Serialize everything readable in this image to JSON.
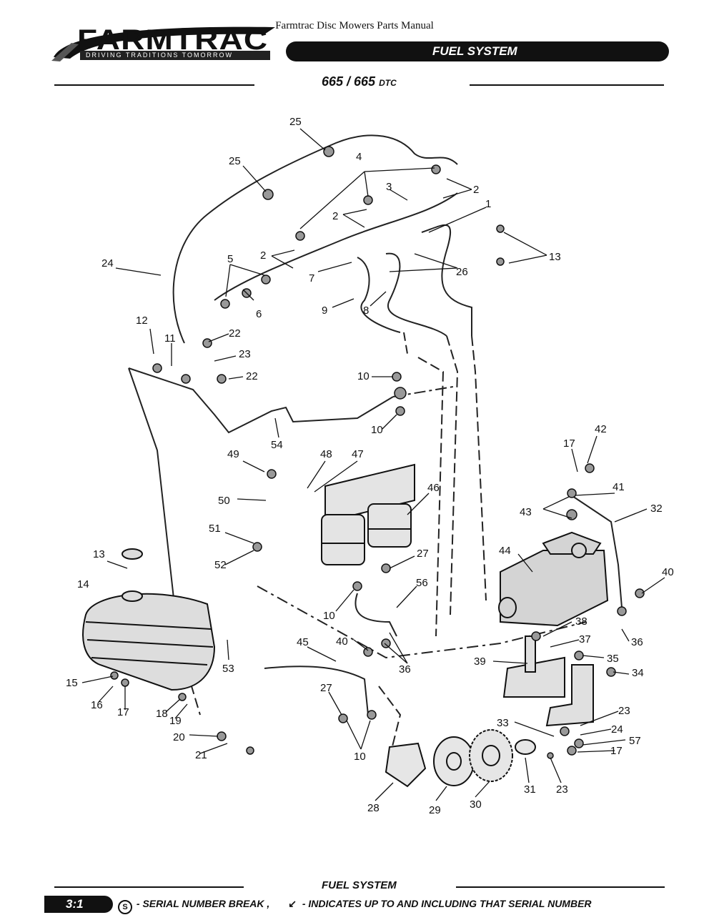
{
  "header": {
    "doc_title": "Farmtrac Disc Mowers Parts Manual",
    "logo_word": "FARMTRAC",
    "logo_tagline": "DRIVING TRADITIONS TOMORROW",
    "section": "FUEL SYSTEM",
    "model_main": "665 / 665",
    "model_suffix": "DTC"
  },
  "callouts": [
    "25",
    "25",
    "4",
    "3",
    "2",
    "2",
    "2",
    "1",
    "13",
    "24",
    "5",
    "26",
    "7",
    "6",
    "9",
    "8",
    "12",
    "11",
    "22",
    "23",
    "22",
    "10",
    "10",
    "54",
    "49",
    "48",
    "47",
    "46",
    "50",
    "42",
    "17",
    "41",
    "32",
    "43",
    "51",
    "52",
    "27",
    "13",
    "14",
    "44",
    "40",
    "56",
    "10",
    "38",
    "37",
    "36",
    "45",
    "40",
    "36",
    "39",
    "35",
    "34",
    "53",
    "15",
    "16",
    "17",
    "18",
    "19",
    "27",
    "23",
    "24",
    "33",
    "57",
    "17",
    "20",
    "21",
    "10",
    "28",
    "29",
    "30",
    "31",
    "23"
  ],
  "footer": {
    "title": "FUEL SYSTEM",
    "page": "3:1",
    "serial_symbol": "S",
    "serial_text": "- SERIAL NUMBER BREAK ,",
    "arrow_symbol": "↙",
    "arrow_text": "- INDICATES UP TO AND INCLUDING THAT SERIAL NUMBER"
  }
}
